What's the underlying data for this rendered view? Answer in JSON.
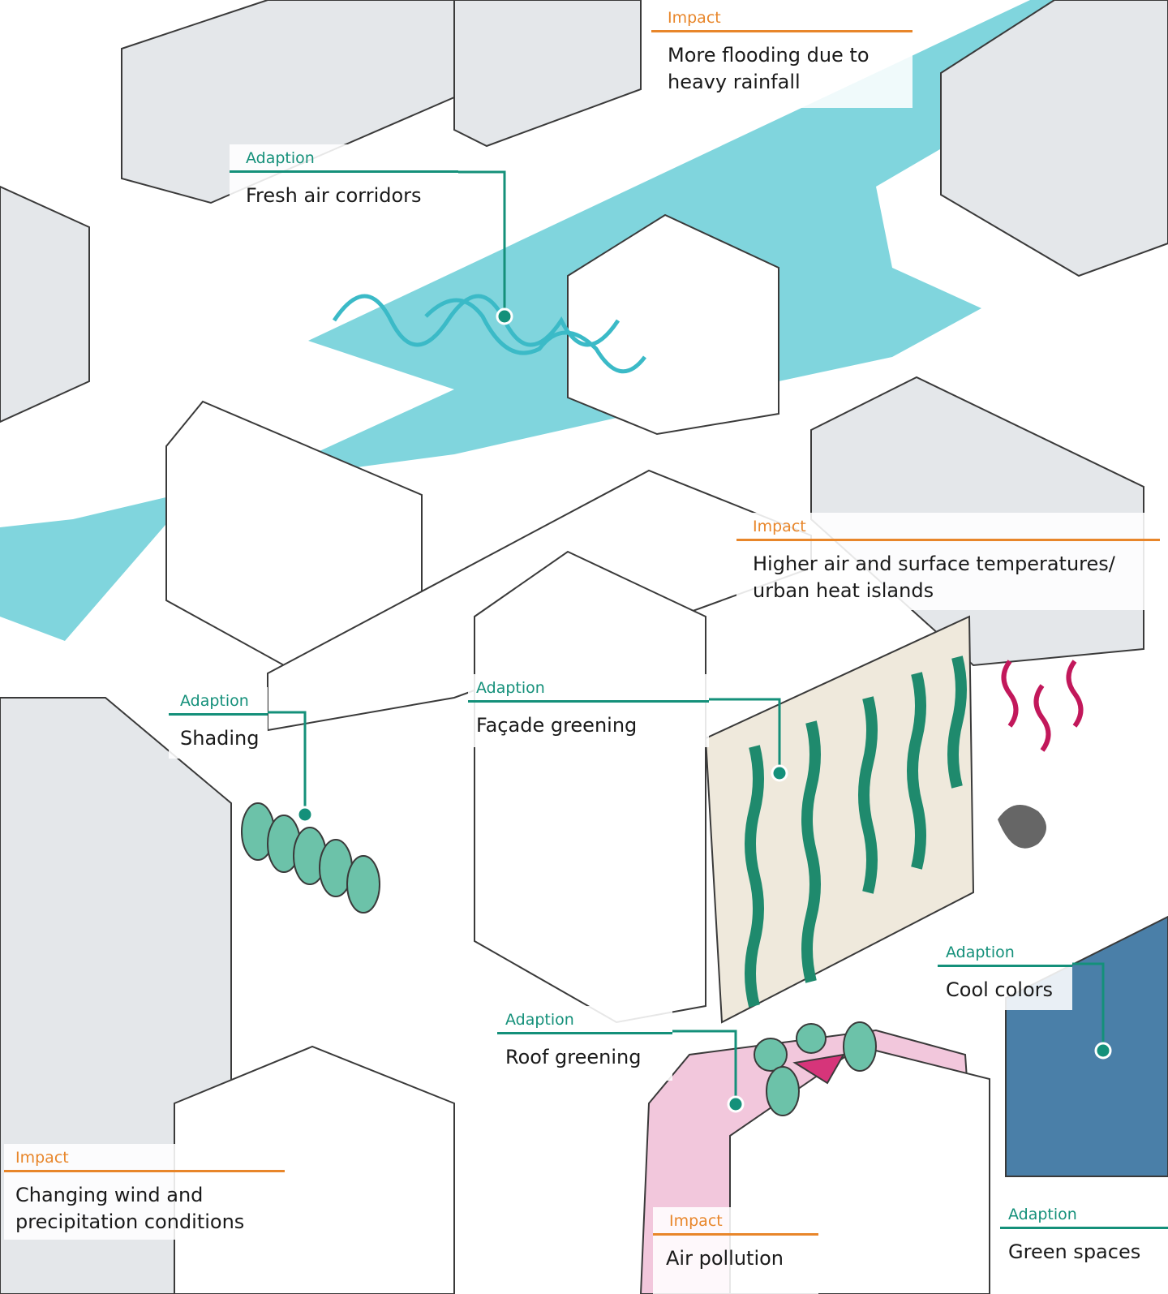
{
  "colors": {
    "impact": "#e8862a",
    "adaption": "#14907a",
    "water": "#80d5dd",
    "heat": "#c2185b",
    "facade": "#1f8a6d",
    "cool": "#4a7fa8",
    "roof_pink": "#e59bc0"
  },
  "callouts": {
    "flooding": {
      "category": "Impact",
      "text": "More flooding due to heavy rainfall"
    },
    "fresh_air": {
      "category": "Adaption",
      "text": "Fresh air corridors"
    },
    "heat": {
      "category": "Impact",
      "text": "Higher air and surface temperatures/ urban heat islands"
    },
    "shading": {
      "category": "Adaption",
      "text": "Shading"
    },
    "facade": {
      "category": "Adaption",
      "text": "Façade greening"
    },
    "cool_colors": {
      "category": "Adaption",
      "text": "Cool colors"
    },
    "roof": {
      "category": "Adaption",
      "text": "Roof greening"
    },
    "wind": {
      "category": "Impact",
      "text": "Changing wind and precipitation conditions"
    },
    "air_pollution": {
      "category": "Impact",
      "text": "Air pollution"
    },
    "green_spaces": {
      "category": "Adaption",
      "text": "Green spaces"
    }
  }
}
